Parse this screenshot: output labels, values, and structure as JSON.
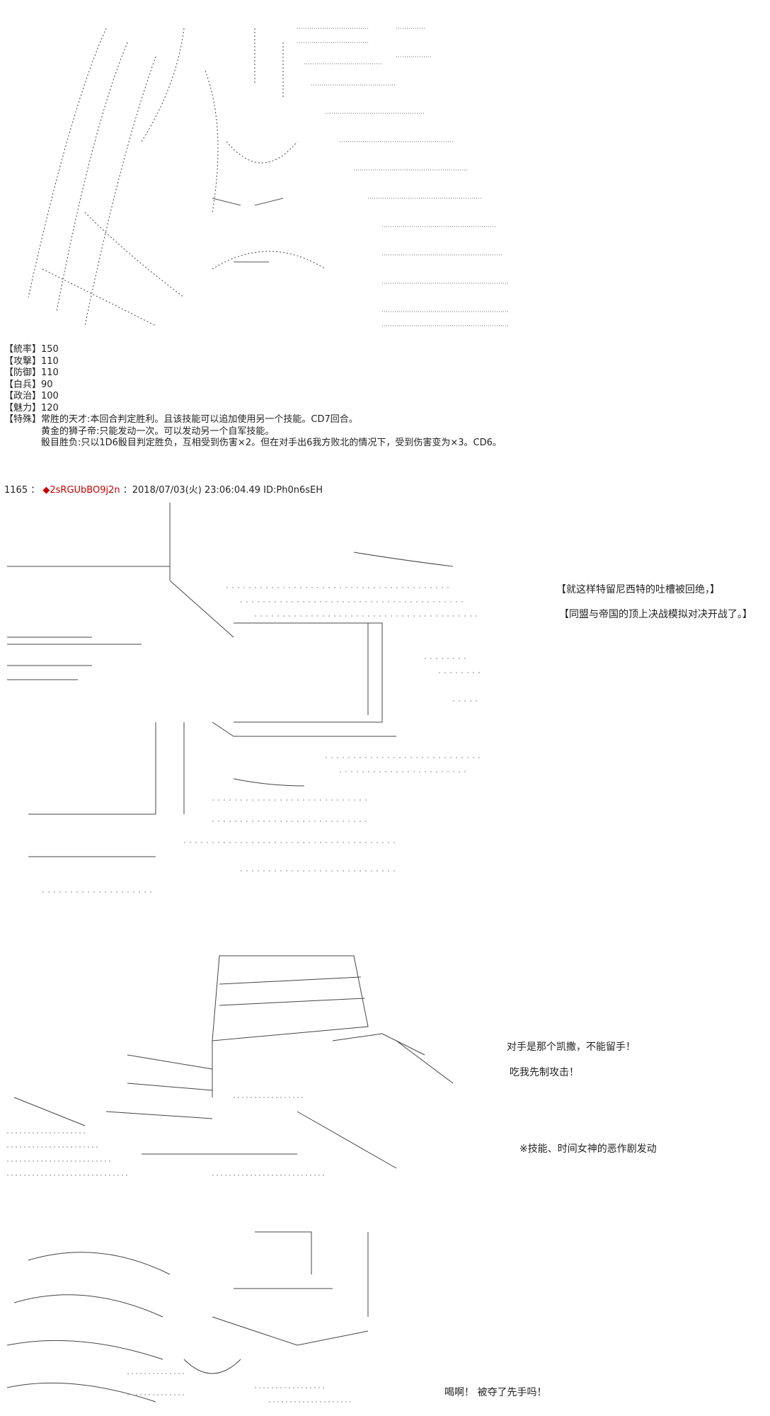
{
  "stats": {
    "lines": [
      "【統率】150",
      "【攻撃】110",
      "【防御】110",
      "【白兵】90",
      "【政治】100",
      "【魅力】120",
      "【特殊】常胜的天才:本回合判定胜利。且该技能可以追加使用另一个技能。CD7回合。"
    ],
    "indented_lines": [
      "黄金的狮子帝:只能发动一次。可以发动另一个自军技能。",
      "骰目胜负:只以1D6骰目判定胜负，互相受到伤害×2。但在对手出6我方败北的情况下，受到伤害变为×3。CD6。"
    ]
  },
  "post_header": {
    "number": "1165",
    "separator": "：",
    "trip": "◆2sRGUbBO9j2n",
    "meta": "：2018/07/03(火) 23:06:04.49 ID:Ph0n6sEH"
  },
  "panel2": {
    "line1": "【就这样特留尼西特的吐槽被回绝，】",
    "line2": "【同盟与帝国的顶上决战模拟对决开战了。】"
  },
  "panel3": {
    "line1": "对手是那个凯撒，不能留手！",
    "line2": "吃我先制攻击！",
    "note": "※技能、时间女神的恶作剧发动"
  },
  "panel4": {
    "line1": "喝啊！ 被夺了先手吗！"
  },
  "art": {
    "panel1": "kaiser-portrait-ascii-art",
    "panel2": "fleet-battle-ascii-art",
    "panel3": "attack-ascii-art",
    "panel4": "reaction-ascii-art"
  }
}
